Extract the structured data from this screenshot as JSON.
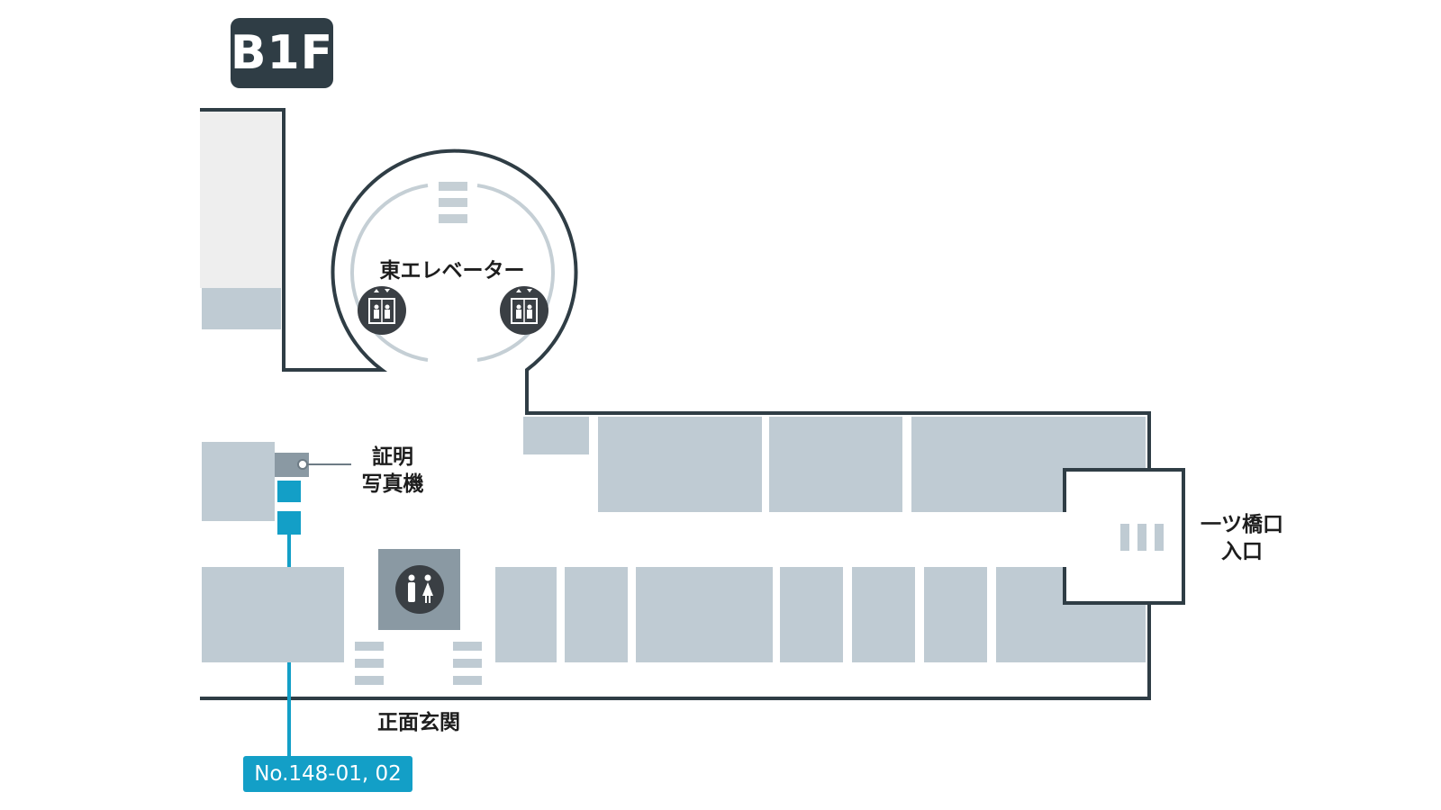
{
  "floor": {
    "label": "B1F"
  },
  "labels": {
    "east_elevator": "東エレベーター",
    "id_photo_line1": "証明",
    "id_photo_line2": "写真機",
    "hitotsubashi_line1": "一ツ橋口",
    "hitotsubashi_line2": "入口",
    "main_entrance": "正面玄関"
  },
  "locker_tag": {
    "label": "No.148-01, 02"
  },
  "colors": {
    "wall": "#2f3d45",
    "block": "#bfcbd3",
    "light_block": "#eeeeee",
    "icon_bg": "#3a3f44",
    "toilet_block": "#8a99a3",
    "accent": "#139fc7",
    "circle_line": "#c5cfd5"
  },
  "icons": [
    "elevator-icon",
    "elevator-icon",
    "restroom-icon",
    "stairs-icon"
  ]
}
